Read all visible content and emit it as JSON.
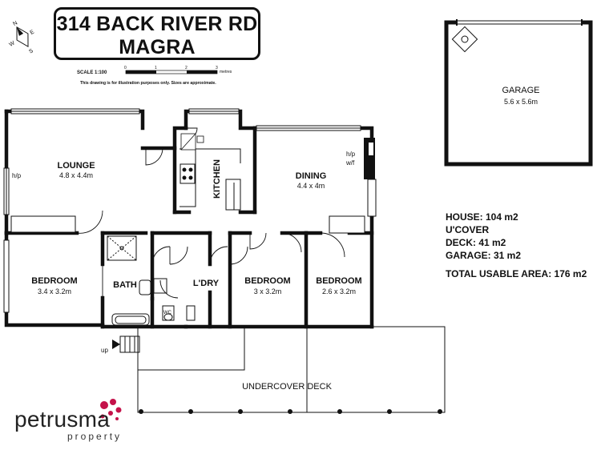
{
  "header": {
    "address_line1": "314 BACK RIVER RD",
    "address_line2": "MAGRA"
  },
  "scale": {
    "label": "SCALE 1:100",
    "ticks": [
      "0",
      "1",
      "2",
      "3"
    ],
    "unit": "metres",
    "disclaimer": "This drawing is for illustration purposes only. Sizes are approximate."
  },
  "compass": {
    "letters": "N S E W"
  },
  "rooms": {
    "lounge": {
      "name": "LOUNGE",
      "size": "4.8 x 4.4m"
    },
    "kitchen": {
      "name": "KITCHEN"
    },
    "dining": {
      "name": "DINING",
      "size": "4.4 x 4m"
    },
    "bedroom1": {
      "name": "BEDROOM",
      "size": "3.4 x 3.2m"
    },
    "bath": {
      "name": "BATH"
    },
    "laundry": {
      "name": "L'DRY"
    },
    "bedroom2": {
      "name": "BEDROOM",
      "size": "3 x 3.2m"
    },
    "bedroom3": {
      "name": "BEDROOM",
      "size": "2.6 x 3.2m"
    },
    "garage": {
      "name": "GARAGE",
      "size": "5.6 x 5.6m"
    },
    "deck": {
      "name": "UNDERCOVER DECK"
    }
  },
  "fixtures": {
    "hp_lounge": "h/p",
    "hp_dining": "h/p",
    "wf_dining": "w/f",
    "wc": "WC",
    "up": "up"
  },
  "areas": {
    "house": "HOUSE: 104 m2",
    "ucover": "U'COVER",
    "deck": "DECK: 41 m2",
    "garage": "GARAGE: 31 m2",
    "total": "TOTAL USABLE AREA: 176 m2"
  },
  "brand": {
    "name": "petrusma",
    "sub": "property",
    "accent": "#c4124a"
  }
}
